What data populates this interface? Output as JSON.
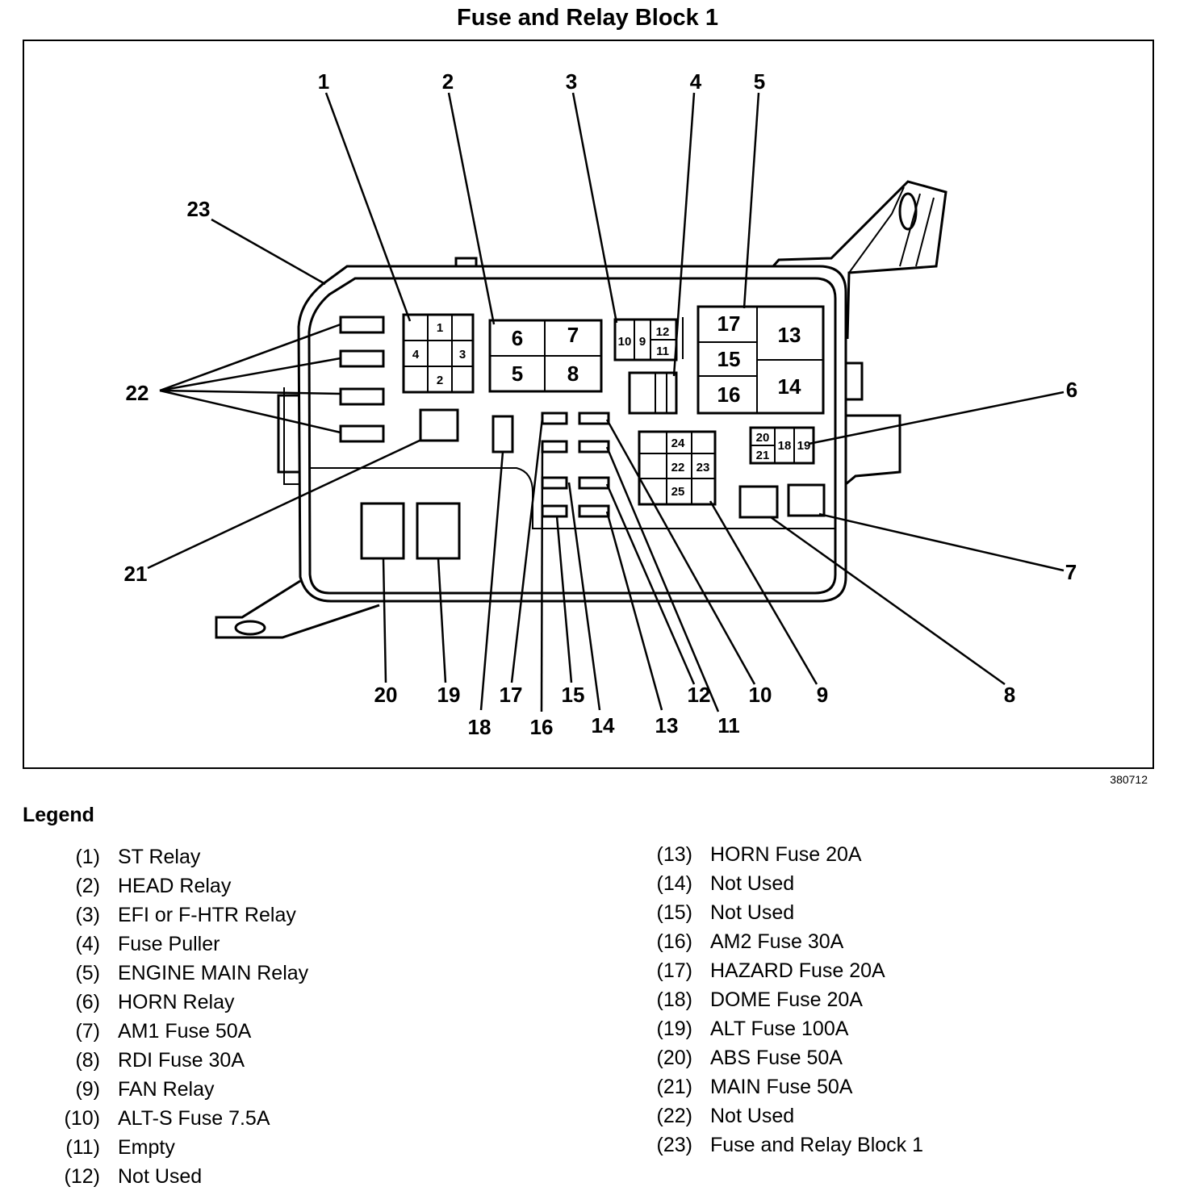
{
  "title": "Fuse and Relay Block 1",
  "figure_id": "380712",
  "callouts": [
    "1",
    "2",
    "3",
    "4",
    "5",
    "6",
    "7",
    "8",
    "9",
    "10",
    "11",
    "12",
    "13",
    "14",
    "15",
    "16",
    "17",
    "18",
    "19",
    "20",
    "21",
    "22",
    "23"
  ],
  "box_labels": {
    "st": [
      "1",
      "2",
      "3",
      "4"
    ],
    "head": [
      "5",
      "6",
      "7",
      "8"
    ],
    "efi": [
      "9",
      "10",
      "11",
      "12"
    ],
    "main": [
      "13",
      "14",
      "15",
      "16",
      "17"
    ],
    "mid": [
      "22",
      "23",
      "24",
      "25"
    ],
    "right": [
      "18",
      "19",
      "20",
      "21"
    ]
  },
  "legend": {
    "title": "Legend",
    "left": [
      {
        "num": "(1)",
        "text": "ST Relay"
      },
      {
        "num": "(2)",
        "text": "HEAD Relay"
      },
      {
        "num": "(3)",
        "text": "EFI or F-HTR Relay"
      },
      {
        "num": "(4)",
        "text": "Fuse Puller"
      },
      {
        "num": "(5)",
        "text": "ENGINE MAIN Relay"
      },
      {
        "num": "(6)",
        "text": "HORN Relay"
      },
      {
        "num": "(7)",
        "text": "AM1 Fuse 50A"
      },
      {
        "num": "(8)",
        "text": "RDI Fuse 30A"
      },
      {
        "num": "(9)",
        "text": "FAN Relay"
      },
      {
        "num": "(10)",
        "text": "ALT-S Fuse 7.5A"
      },
      {
        "num": "(11)",
        "text": "Empty"
      },
      {
        "num": "(12)",
        "text": "Not Used"
      }
    ],
    "right": [
      {
        "num": "(13)",
        "text": "HORN Fuse 20A"
      },
      {
        "num": "(14)",
        "text": "Not Used"
      },
      {
        "num": "(15)",
        "text": "Not Used"
      },
      {
        "num": "(16)",
        "text": "AM2 Fuse 30A"
      },
      {
        "num": "(17)",
        "text": "HAZARD Fuse 20A"
      },
      {
        "num": "(18)",
        "text": "DOME Fuse 20A"
      },
      {
        "num": "(19)",
        "text": "ALT Fuse 100A"
      },
      {
        "num": "(20)",
        "text": "ABS Fuse 50A"
      },
      {
        "num": "(21)",
        "text": "MAIN Fuse 50A"
      },
      {
        "num": "(22)",
        "text": "Not Used"
      },
      {
        "num": "(23)",
        "text": "Fuse and Relay Block 1"
      }
    ]
  }
}
